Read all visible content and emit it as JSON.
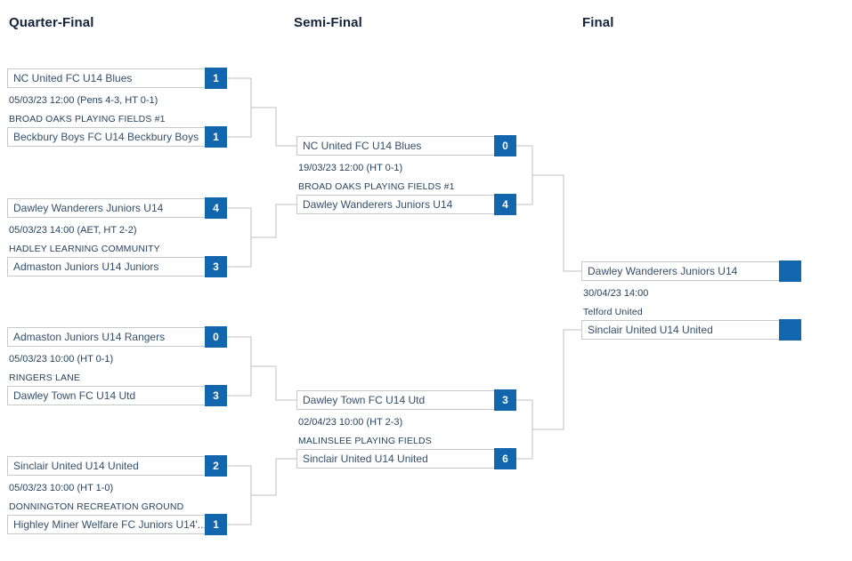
{
  "colors": {
    "accent_blue": "#1166ae",
    "header_text": "#14233c",
    "team_text": "#35506b",
    "meta_text": "#26435f",
    "box_border": "#c9c9c9",
    "connector_line": "#bfbfbf",
    "score_text": "#ffffff",
    "background": "#ffffff"
  },
  "columns": [
    {
      "label": "Quarter-Final"
    },
    {
      "label": "Semi-Final"
    },
    {
      "label": "Final"
    }
  ],
  "matches": [
    {
      "round": "Quarter-Final",
      "team1": "NC United FC U14 Blues",
      "score1": "1",
      "date": "05/03/23 12:00 (Pens 4-3, HT 0-1)",
      "venue": "BROAD OAKS PLAYING FIELDS #1",
      "team2": "Beckbury Boys FC U14 Beckbury Boys",
      "score2": "1"
    },
    {
      "round": "Quarter-Final",
      "team1": "Dawley Wanderers Juniors U14",
      "score1": "4",
      "date": "05/03/23 14:00 (AET, HT 2-2)",
      "venue": "HADLEY LEARNING COMMUNITY",
      "team2": "Admaston Juniors U14 Juniors",
      "score2": "3"
    },
    {
      "round": "Quarter-Final",
      "team1": "Admaston Juniors U14 Rangers",
      "score1": "0",
      "date": "05/03/23 10:00 (HT 0-1)",
      "venue": "RINGERS LANE",
      "team2": "Dawley Town FC U14 Utd",
      "score2": "3"
    },
    {
      "round": "Quarter-Final",
      "team1": "Sinclair United U14 United",
      "score1": "2",
      "date": "05/03/23 10:00 (HT 1-0)",
      "venue": "DONNINGTON RECREATION GROUND",
      "team2": "Highley Miner Welfare FC Juniors U14'...",
      "score2": "1"
    },
    {
      "round": "Semi-Final",
      "team1": "NC United FC U14 Blues",
      "score1": "0",
      "date": "19/03/23 12:00 (HT 0-1)",
      "venue": "BROAD OAKS PLAYING FIELDS #1",
      "team2": "Dawley Wanderers Juniors U14",
      "score2": "4"
    },
    {
      "round": "Semi-Final",
      "team1": "Dawley Town FC U14 Utd",
      "score1": "3",
      "date": "02/04/23 10:00 (HT 2-3)",
      "venue": "MALINSLEE PLAYING FIELDS",
      "team2": "Sinclair United U14 United",
      "score2": "6"
    },
    {
      "round": "Final",
      "team1": "Dawley Wanderers Juniors U14",
      "score1": "",
      "date": "30/04/23 14:00",
      "venue": "Telford United",
      "team2": "Sinclair United U14 United",
      "score2": ""
    }
  ]
}
